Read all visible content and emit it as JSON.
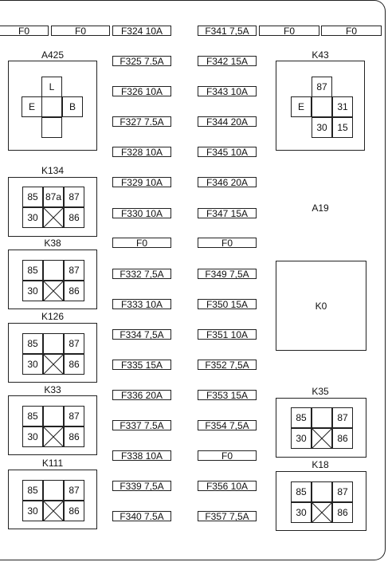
{
  "fuses": {
    "top_left_1": "F0",
    "top_left_2": "F0",
    "top_right_1": "F0",
    "top_right_2": "F0",
    "col1": [
      "F324 10A",
      "F325 7.5A",
      "F326 10A",
      "F327 7.5A",
      "F328 10A",
      "F329 10A",
      "F330 10A",
      "F0",
      "F332 7,5A",
      "F333 10A",
      "F334 7,5A",
      "F335 15A",
      "F336 20A",
      "F337 7.5A",
      "F338 10A",
      "F339 7,5A",
      "F340 7.5A"
    ],
    "col2": [
      "F341 7,5A",
      "F342 15A",
      "F343 10A",
      "F344 20A",
      "F345 10A",
      "F346 20A",
      "F347 15A",
      "F0",
      "F349 7,5A",
      "F350 15A",
      "F351 10A",
      "F352 7,5A",
      "F353 15A",
      "F354 7,5A",
      "F0",
      "F356 10A",
      "F357 7,5A"
    ]
  },
  "relays": {
    "a425": {
      "title": "A425",
      "top": "L",
      "left": "E",
      "right": "B"
    },
    "k43": {
      "title": "K43",
      "top": "87",
      "left": "E",
      "right": "31",
      "bottom": "30",
      "bottom_right": "15"
    },
    "k134": {
      "title": "K134",
      "tl": "85",
      "tm": "87a",
      "tr": "87",
      "bl": "30",
      "br": "86"
    },
    "k38": {
      "title": "K38",
      "tl": "85",
      "tr": "87",
      "bl": "30",
      "br": "86"
    },
    "k126": {
      "title": "K126",
      "tl": "85",
      "tr": "87",
      "bl": "30",
      "br": "86"
    },
    "k33": {
      "title": "K33",
      "tl": "85",
      "tr": "87",
      "bl": "30",
      "br": "86"
    },
    "k111": {
      "title": "K111",
      "tl": "85",
      "tr": "87",
      "bl": "30",
      "br": "86"
    },
    "k35": {
      "title": "K35",
      "tl": "85",
      "tr": "87",
      "bl": "30",
      "br": "86"
    },
    "k18": {
      "title": "K18",
      "tl": "85",
      "tr": "87",
      "bl": "30",
      "br": "86"
    }
  },
  "a19_label": "A19",
  "k0_label": "K0"
}
